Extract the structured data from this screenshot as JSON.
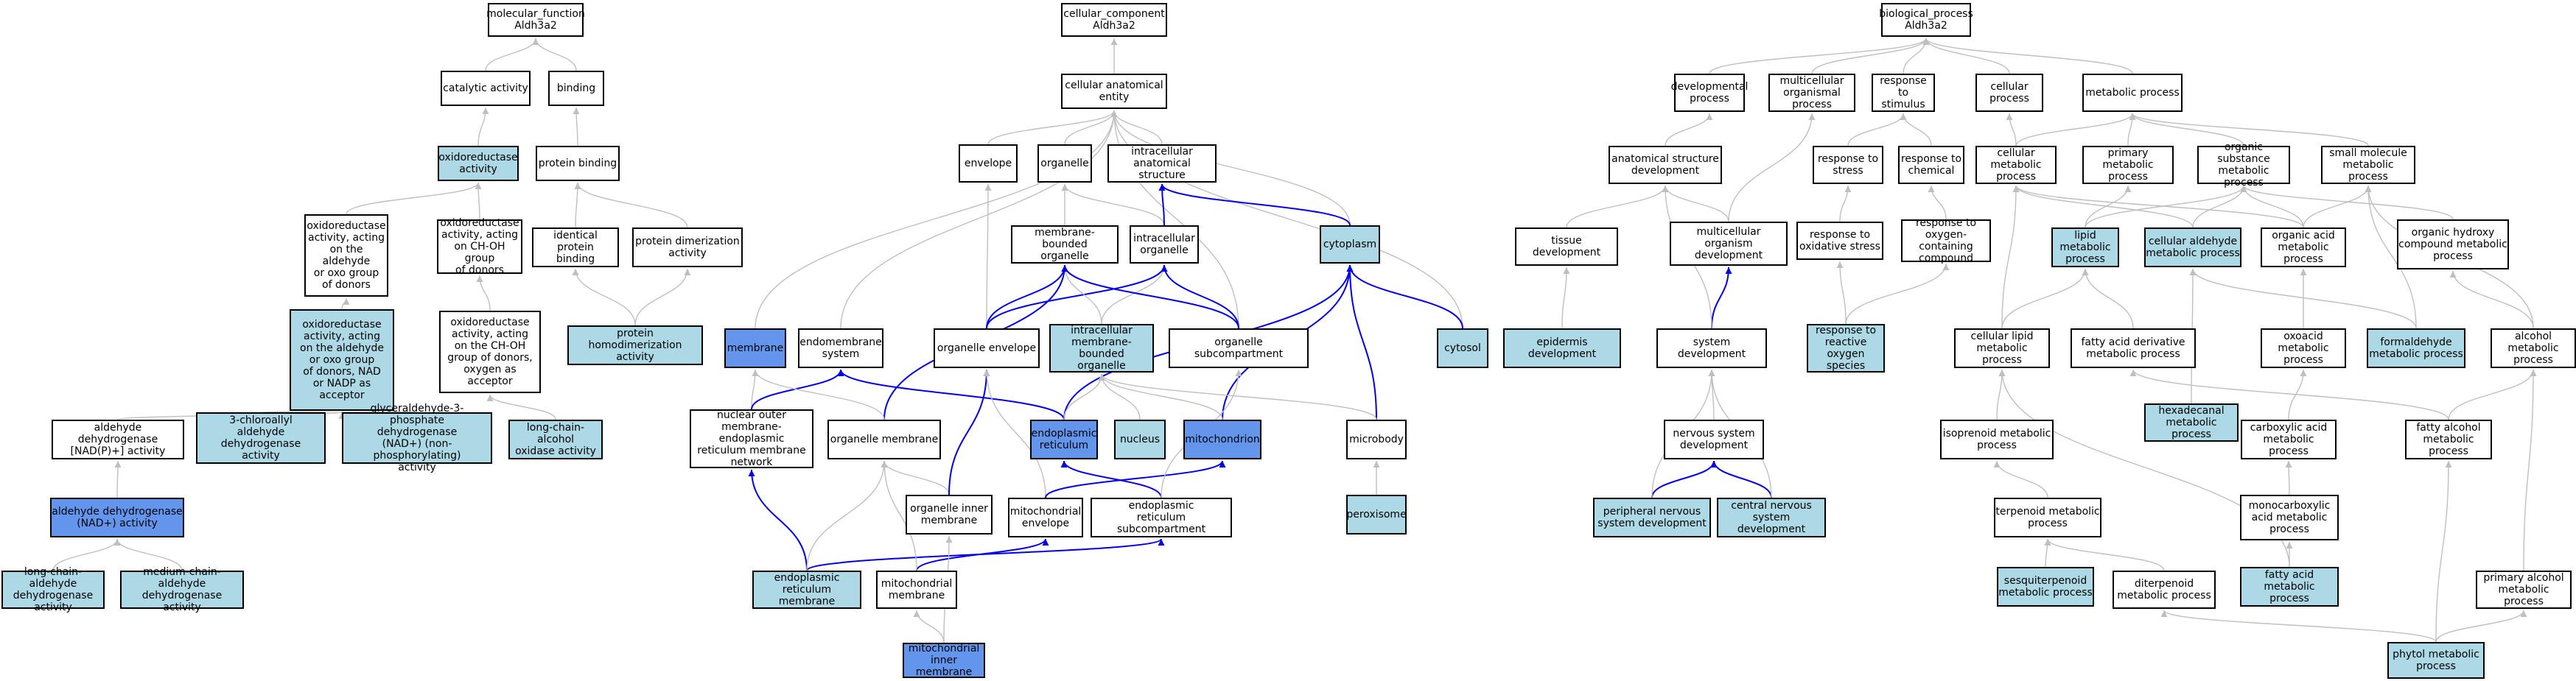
{
  "colors": {
    "default_fill": "#ffffff",
    "annotated_fill": "#add8e6",
    "highlight_fill": "#6495ed",
    "grey_edge": "#bfbfbf",
    "blue_edge": "#0000ee"
  },
  "nodes": [
    {
      "id": "mf_root",
      "label": "molecular_function\nAldh3a2",
      "fill": 0
    },
    {
      "id": "catalytic",
      "label": "catalytic activity",
      "fill": 0
    },
    {
      "id": "binding",
      "label": "binding",
      "fill": 0
    },
    {
      "id": "oxidoreductase",
      "label": "oxidoreductase\nactivity",
      "fill": 1
    },
    {
      "id": "protein_binding",
      "label": "protein binding",
      "fill": 0
    },
    {
      "id": "oxido_aldehyde",
      "label": "oxidoreductase\nactivity, acting\non the aldehyde\nor oxo group\nof donors",
      "fill": 0
    },
    {
      "id": "oxido_choh",
      "label": "oxidoreductase\nactivity, acting\non CH-OH group\nof donors",
      "fill": 0
    },
    {
      "id": "identical_pb",
      "label": "identical protein\nbinding",
      "fill": 0
    },
    {
      "id": "dimerization",
      "label": "protein dimerization\nactivity",
      "fill": 0
    },
    {
      "id": "oxido_aldehyde_nad",
      "label": "oxidoreductase\nactivity, acting\non the aldehyde\nor oxo group\nof donors, NAD\nor NADP as acceptor",
      "fill": 1
    },
    {
      "id": "oxido_choh_o2",
      "label": "oxidoreductase\nactivity, acting\non the CH-OH\ngroup of donors,\noxygen as acceptor",
      "fill": 0
    },
    {
      "id": "homodimerization",
      "label": "protein homodimerization\nactivity",
      "fill": 1
    },
    {
      "id": "aldh_nadp",
      "label": "aldehyde dehydrogenase\n[NAD(P)+] activity",
      "fill": 0
    },
    {
      "id": "chloroallyl",
      "label": "3-chloroallyl\naldehyde dehydrogenase\nactivity",
      "fill": 1
    },
    {
      "id": "gapdh",
      "label": "glyceraldehyde-3-phosphate\ndehydrogenase\n(NAD+) (non-phosphorylating)\nactivity",
      "fill": 1
    },
    {
      "id": "lc_alcohol_oxidase",
      "label": "long-chain-alcohol\noxidase activity",
      "fill": 1
    },
    {
      "id": "aldh_nad",
      "label": "aldehyde dehydrogenase\n(NAD+) activity",
      "fill": 2
    },
    {
      "id": "lc_aldh",
      "label": "long-chain-aldehyde\ndehydrogenase\nactivity",
      "fill": 1
    },
    {
      "id": "mc_aldh",
      "label": "medium-chain-aldehyde\ndehydrogenase\nactivity",
      "fill": 1
    },
    {
      "id": "cc_root",
      "label": "cellular_component\nAldh3a2",
      "fill": 0
    },
    {
      "id": "cae",
      "label": "cellular anatomical\nentity",
      "fill": 0
    },
    {
      "id": "envelope",
      "label": "envelope",
      "fill": 0
    },
    {
      "id": "organelle",
      "label": "organelle",
      "fill": 0
    },
    {
      "id": "intracellular_as",
      "label": "intracellular\nanatomical structure",
      "fill": 0
    },
    {
      "id": "mb_organelle",
      "label": "membrane-bounded\norganelle",
      "fill": 0
    },
    {
      "id": "intra_organelle",
      "label": "intracellular\norganelle",
      "fill": 0
    },
    {
      "id": "cytoplasm",
      "label": "cytoplasm",
      "fill": 1
    },
    {
      "id": "membrane",
      "label": "membrane",
      "fill": 2
    },
    {
      "id": "endomembrane",
      "label": "endomembrane\nsystem",
      "fill": 0
    },
    {
      "id": "organelle_envelope",
      "label": "organelle envelope",
      "fill": 0
    },
    {
      "id": "intra_mb_organelle",
      "label": "intracellular\nmembrane-bounded\norganelle",
      "fill": 1
    },
    {
      "id": "organelle_subcomp",
      "label": "organelle subcompartment",
      "fill": 0
    },
    {
      "id": "cytosol",
      "label": "cytosol",
      "fill": 1
    },
    {
      "id": "nuclear_outer",
      "label": "nuclear outer\nmembrane-endoplasmic\nreticulum membrane\nnetwork",
      "fill": 0
    },
    {
      "id": "organelle_membrane",
      "label": "organelle membrane",
      "fill": 0
    },
    {
      "id": "er",
      "label": "endoplasmic\nreticulum",
      "fill": 2
    },
    {
      "id": "nucleus",
      "label": "nucleus",
      "fill": 1
    },
    {
      "id": "mitochondrion",
      "label": "mitochondrion",
      "fill": 2
    },
    {
      "id": "microbody",
      "label": "microbody",
      "fill": 0
    },
    {
      "id": "organelle_inner",
      "label": "organelle inner\nmembrane",
      "fill": 0
    },
    {
      "id": "mito_envelope",
      "label": "mitochondrial\nenvelope",
      "fill": 0
    },
    {
      "id": "er_subcomp",
      "label": "endoplasmic\nreticulum subcompartment",
      "fill": 0
    },
    {
      "id": "peroxisome",
      "label": "peroxisome",
      "fill": 1
    },
    {
      "id": "er_membrane",
      "label": "endoplasmic\nreticulum membrane",
      "fill": 1
    },
    {
      "id": "mito_membrane",
      "label": "mitochondrial\nmembrane",
      "fill": 0
    },
    {
      "id": "mito_inner",
      "label": "mitochondrial\ninner membrane",
      "fill": 2
    },
    {
      "id": "bp_root",
      "label": "biological_process\nAldh3a2",
      "fill": 0
    },
    {
      "id": "dev_process",
      "label": "developmental\nprocess",
      "fill": 0
    },
    {
      "id": "multicellular_op",
      "label": "multicellular\norganismal process",
      "fill": 0
    },
    {
      "id": "response_stimulus",
      "label": "response to\nstimulus",
      "fill": 0
    },
    {
      "id": "cellular_process",
      "label": "cellular process",
      "fill": 0
    },
    {
      "id": "metabolic_process",
      "label": "metabolic process",
      "fill": 0
    },
    {
      "id": "anat_dev",
      "label": "anatomical structure\ndevelopment",
      "fill": 0
    },
    {
      "id": "response_stress",
      "label": "response to\nstress",
      "fill": 0
    },
    {
      "id": "response_chemical",
      "label": "response to\nchemical",
      "fill": 0
    },
    {
      "id": "cellular_metabolic",
      "label": "cellular metabolic\nprocess",
      "fill": 0
    },
    {
      "id": "primary_metabolic",
      "label": "primary metabolic\nprocess",
      "fill": 0
    },
    {
      "id": "organic_substance",
      "label": "organic substance\nmetabolic process",
      "fill": 0
    },
    {
      "id": "small_molecule",
      "label": "small molecule\nmetabolic process",
      "fill": 0
    },
    {
      "id": "tissue_dev",
      "label": "tissue development",
      "fill": 0
    },
    {
      "id": "multicellular_dev",
      "label": "multicellular\norganism development",
      "fill": 0
    },
    {
      "id": "response_ox_stress",
      "label": "response to\noxidative stress",
      "fill": 0
    },
    {
      "id": "response_oxygen",
      "label": "response to\noxygen-containing\ncompound",
      "fill": 0
    },
    {
      "id": "lipid_metabolic",
      "label": "lipid metabolic\nprocess",
      "fill": 1
    },
    {
      "id": "cellular_aldehyde",
      "label": "cellular aldehyde\nmetabolic process",
      "fill": 1
    },
    {
      "id": "organic_acid",
      "label": "organic acid\nmetabolic process",
      "fill": 0
    },
    {
      "id": "organic_hydroxy",
      "label": "organic hydroxy\ncompound metabolic\nprocess",
      "fill": 0
    },
    {
      "id": "epidermis_dev",
      "label": "epidermis development",
      "fill": 1
    },
    {
      "id": "system_dev",
      "label": "system development",
      "fill": 0
    },
    {
      "id": "response_ros",
      "label": "response to\nreactive oxygen\nspecies",
      "fill": 1
    },
    {
      "id": "cellular_lipid",
      "label": "cellular lipid\nmetabolic process",
      "fill": 0
    },
    {
      "id": "fatty_deriv",
      "label": "fatty acid derivative\nmetabolic process",
      "fill": 0
    },
    {
      "id": "hexadecanal",
      "label": "hexadecanal\nmetabolic process",
      "fill": 1
    },
    {
      "id": "oxoacid",
      "label": "oxoacid metabolic\nprocess",
      "fill": 0
    },
    {
      "id": "formaldehyde",
      "label": "formaldehyde\nmetabolic process",
      "fill": 1
    },
    {
      "id": "alcohol_metabolic",
      "label": "alcohol metabolic\nprocess",
      "fill": 0
    },
    {
      "id": "nervous_dev",
      "label": "nervous system\ndevelopment",
      "fill": 0
    },
    {
      "id": "isoprenoid",
      "label": "isoprenoid metabolic\nprocess",
      "fill": 0
    },
    {
      "id": "carboxylic",
      "label": "carboxylic acid\nmetabolic process",
      "fill": 0
    },
    {
      "id": "fatty_alcohol",
      "label": "fatty alcohol\nmetabolic process",
      "fill": 0
    },
    {
      "id": "peripheral_ns",
      "label": "peripheral nervous\nsystem development",
      "fill": 1
    },
    {
      "id": "central_ns",
      "label": "central nervous\nsystem development",
      "fill": 1
    },
    {
      "id": "terpenoid",
      "label": "terpenoid metabolic\nprocess",
      "fill": 0
    },
    {
      "id": "monocarboxylic",
      "label": "monocarboxylic\nacid metabolic\nprocess",
      "fill": 0
    },
    {
      "id": "sesquiterpenoid",
      "label": "sesquiterpenoid\nmetabolic process",
      "fill": 1
    },
    {
      "id": "diterpenoid",
      "label": "diterpenoid\nmetabolic process",
      "fill": 0
    },
    {
      "id": "fatty_acid",
      "label": "fatty acid metabolic\nprocess",
      "fill": 1
    },
    {
      "id": "primary_alcohol",
      "label": "primary alcohol\nmetabolic process",
      "fill": 0
    },
    {
      "id": "phytol",
      "label": "phytol metabolic\nprocess",
      "fill": 1
    }
  ],
  "edges": [
    [
      "catalytic",
      "mf_root",
      0
    ],
    [
      "binding",
      "mf_root",
      0
    ],
    [
      "oxidoreductase",
      "catalytic",
      0
    ],
    [
      "protein_binding",
      "binding",
      0
    ],
    [
      "oxido_aldehyde",
      "oxidoreductase",
      0
    ],
    [
      "oxido_choh",
      "oxidoreductase",
      0
    ],
    [
      "identical_pb",
      "protein_binding",
      0
    ],
    [
      "dimerization",
      "protein_binding",
      0
    ],
    [
      "oxido_aldehyde_nad",
      "oxido_aldehyde",
      0
    ],
    [
      "oxido_choh_o2",
      "oxido_choh",
      0
    ],
    [
      "homodimerization",
      "identical_pb",
      0
    ],
    [
      "homodimerization",
      "dimerization",
      0
    ],
    [
      "aldh_nadp",
      "oxido_aldehyde_nad",
      0
    ],
    [
      "chloroallyl",
      "oxido_aldehyde_nad",
      0
    ],
    [
      "gapdh",
      "oxido_aldehyde_nad",
      0
    ],
    [
      "lc_alcohol_oxidase",
      "oxido_choh_o2",
      0
    ],
    [
      "aldh_nad",
      "aldh_nadp",
      0
    ],
    [
      "lc_aldh",
      "aldh_nad",
      0
    ],
    [
      "mc_aldh",
      "aldh_nad",
      0
    ],
    [
      "cae",
      "cc_root",
      0
    ],
    [
      "envelope",
      "cae",
      0
    ],
    [
      "organelle",
      "cae",
      0
    ],
    [
      "intracellular_as",
      "cae",
      0
    ],
    [
      "membrane",
      "cae",
      0
    ],
    [
      "endomembrane",
      "cae",
      0
    ],
    [
      "organelle_subcomp",
      "cae",
      0
    ],
    [
      "cytoplasm",
      "cae",
      0
    ],
    [
      "cytosol",
      "cae",
      0
    ],
    [
      "mb_organelle",
      "organelle",
      0
    ],
    [
      "intra_organelle",
      "organelle",
      0
    ],
    [
      "intra_organelle",
      "intracellular_as",
      1
    ],
    [
      "cytoplasm",
      "intracellular_as",
      1
    ],
    [
      "organelle_envelope",
      "envelope",
      0
    ],
    [
      "organelle_envelope",
      "mb_organelle",
      1
    ],
    [
      "organelle_envelope",
      "intra_organelle",
      1
    ],
    [
      "intra_mb_organelle",
      "mb_organelle",
      0
    ],
    [
      "intra_mb_organelle",
      "intra_organelle",
      0
    ],
    [
      "organelle_subcomp",
      "intra_organelle",
      1
    ],
    [
      "organelle_subcomp",
      "mb_organelle",
      1
    ],
    [
      "organelle_membrane",
      "mb_organelle",
      1
    ],
    [
      "cytosol",
      "cytoplasm",
      1
    ],
    [
      "er",
      "cytoplasm",
      1
    ],
    [
      "mitochondrion",
      "cytoplasm",
      1
    ],
    [
      "microbody",
      "cytoplasm",
      1
    ],
    [
      "nuclear_outer",
      "membrane",
      0
    ],
    [
      "nuclear_outer",
      "endomembrane",
      1
    ],
    [
      "organelle_membrane",
      "membrane",
      0
    ],
    [
      "er",
      "endomembrane",
      1
    ],
    [
      "er",
      "intra_mb_organelle",
      0
    ],
    [
      "nucleus",
      "intra_mb_organelle",
      0
    ],
    [
      "mitochondrion",
      "intra_mb_organelle",
      0
    ],
    [
      "microbody",
      "intra_mb_organelle",
      0
    ],
    [
      "organelle_inner",
      "organelle_membrane",
      0
    ],
    [
      "organelle_inner",
      "organelle_envelope",
      1
    ],
    [
      "mito_envelope",
      "organelle_envelope",
      0
    ],
    [
      "mito_envelope",
      "mitochondrion",
      1
    ],
    [
      "er_subcomp",
      "er",
      1
    ],
    [
      "er_subcomp",
      "organelle_subcomp",
      0
    ],
    [
      "peroxisome",
      "microbody",
      0
    ],
    [
      "er_membrane",
      "nuclear_outer",
      1
    ],
    [
      "er_membrane",
      "er_subcomp",
      1
    ],
    [
      "er_membrane",
      "organelle_membrane",
      0
    ],
    [
      "mito_membrane",
      "mito_envelope",
      1
    ],
    [
      "mito_membrane",
      "organelle_membrane",
      0
    ],
    [
      "mito_inner",
      "mito_membrane",
      0
    ],
    [
      "mito_inner",
      "organelle_inner",
      0
    ],
    [
      "dev_process",
      "bp_root",
      0
    ],
    [
      "multicellular_op",
      "bp_root",
      0
    ],
    [
      "response_stimulus",
      "bp_root",
      0
    ],
    [
      "cellular_process",
      "bp_root",
      0
    ],
    [
      "metabolic_process",
      "bp_root",
      0
    ],
    [
      "anat_dev",
      "dev_process",
      0
    ],
    [
      "response_stress",
      "response_stimulus",
      0
    ],
    [
      "response_chemical",
      "response_stimulus",
      0
    ],
    [
      "cellular_metabolic",
      "metabolic_process",
      0
    ],
    [
      "cellular_metabolic",
      "cellular_process",
      0
    ],
    [
      "primary_metabolic",
      "metabolic_process",
      0
    ],
    [
      "organic_substance",
      "metabolic_process",
      0
    ],
    [
      "small_molecule",
      "metabolic_process",
      0
    ],
    [
      "tissue_dev",
      "anat_dev",
      0
    ],
    [
      "multicellular_dev",
      "anat_dev",
      0
    ],
    [
      "multicellular_dev",
      "multicellular_op",
      0
    ],
    [
      "response_ox_stress",
      "response_stress",
      0
    ],
    [
      "response_oxygen",
      "response_chemical",
      0
    ],
    [
      "lipid_metabolic",
      "primary_metabolic",
      0
    ],
    [
      "lipid_metabolic",
      "organic_substance",
      0
    ],
    [
      "cellular_aldehyde",
      "cellular_metabolic",
      0
    ],
    [
      "cellular_aldehyde",
      "organic_substance",
      0
    ],
    [
      "organic_acid",
      "organic_substance",
      0
    ],
    [
      "organic_acid",
      "cellular_metabolic",
      0
    ],
    [
      "organic_acid",
      "small_molecule",
      0
    ],
    [
      "organic_hydroxy",
      "organic_substance",
      0
    ],
    [
      "epidermis_dev",
      "tissue_dev",
      0
    ],
    [
      "system_dev",
      "multicellular_dev",
      1
    ],
    [
      "system_dev",
      "anat_dev",
      0
    ],
    [
      "response_ros",
      "response_ox_stress",
      0
    ],
    [
      "response_ros",
      "response_oxygen",
      0
    ],
    [
      "cellular_lipid",
      "lipid_metabolic",
      0
    ],
    [
      "cellular_lipid",
      "cellular_metabolic",
      0
    ],
    [
      "fatty_deriv",
      "lipid_metabolic",
      0
    ],
    [
      "hexadecanal",
      "cellular_aldehyde",
      0
    ],
    [
      "oxoacid",
      "organic_acid",
      0
    ],
    [
      "formaldehyde",
      "cellular_aldehyde",
      0
    ],
    [
      "formaldehyde",
      "small_molecule",
      0
    ],
    [
      "alcohol_metabolic",
      "organic_hydroxy",
      0
    ],
    [
      "alcohol_metabolic",
      "small_molecule",
      0
    ],
    [
      "nervous_dev",
      "system_dev",
      0
    ],
    [
      "isoprenoid",
      "cellular_lipid",
      0
    ],
    [
      "carboxylic",
      "oxoacid",
      0
    ],
    [
      "fatty_alcohol",
      "alcohol_metabolic",
      0
    ],
    [
      "fatty_alcohol",
      "fatty_deriv",
      0
    ],
    [
      "peripheral_ns",
      "nervous_dev",
      1
    ],
    [
      "peripheral_ns",
      "system_dev",
      0
    ],
    [
      "central_ns",
      "nervous_dev",
      1
    ],
    [
      "central_ns",
      "system_dev",
      0
    ],
    [
      "terpenoid",
      "isoprenoid",
      0
    ],
    [
      "monocarboxylic",
      "carboxylic",
      0
    ],
    [
      "sesquiterpenoid",
      "terpenoid",
      0
    ],
    [
      "diterpenoid",
      "terpenoid",
      0
    ],
    [
      "fatty_acid",
      "monocarboxylic",
      0
    ],
    [
      "fatty_acid",
      "cellular_lipid",
      0
    ],
    [
      "primary_alcohol",
      "alcohol_metabolic",
      0
    ],
    [
      "phytol",
      "diterpenoid",
      0
    ],
    [
      "phytol",
      "fatty_alcohol",
      0
    ],
    [
      "phytol",
      "primary_alcohol",
      0
    ]
  ]
}
